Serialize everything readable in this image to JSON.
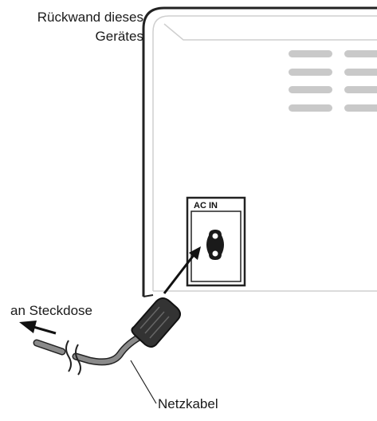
{
  "labels": {
    "rear_line1": "Rückwand dieses",
    "rear_line2": "Gerätes",
    "ac_in": "AC IN",
    "to_socket": "an Steckdose",
    "power_cable": "Netzkabel"
  },
  "icons": [
    "device-rear-panel",
    "ventilation-slots",
    "ac-in-socket",
    "power-plug",
    "arrow-left-icon",
    "cable-break-icon"
  ],
  "colors": {
    "outline": "#222222",
    "panel_edge": "#cfcfcf",
    "vent": "#c9c9c9",
    "socket": "#1a1a1a",
    "cable": "#8a8a8a"
  }
}
